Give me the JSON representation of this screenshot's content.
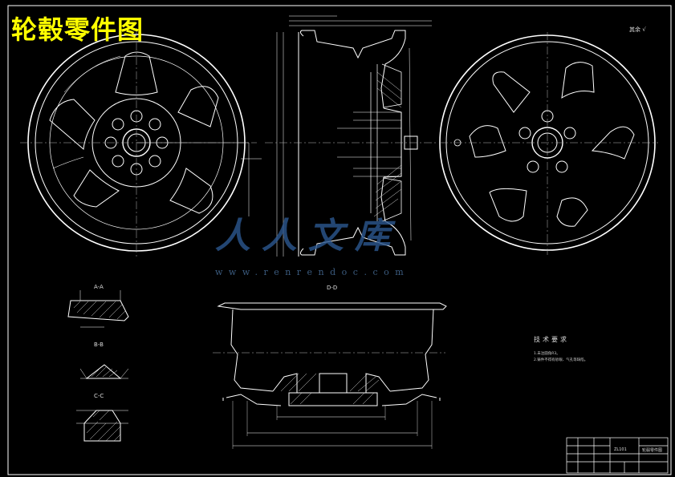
{
  "drawing": {
    "title": "轮毂零件图",
    "title_color": "#ffff00",
    "line_color": "#ffffff",
    "background": "#000000"
  },
  "watermark": {
    "cn": "人人文库",
    "url": "www.renrendoc.com"
  },
  "section_labels": {
    "a": "A-A",
    "b": "B-B",
    "c": "C-C",
    "d": "D-D"
  },
  "roughness": "其余 √",
  "tech_requirements": {
    "title": "技术要求",
    "items": [
      "1.未注圆角R3。",
      "2.铸件不得有砂眼、气孔等缺陷。"
    ]
  },
  "title_block": {
    "part_name": "轮毂零件图",
    "material": "ZL101"
  }
}
